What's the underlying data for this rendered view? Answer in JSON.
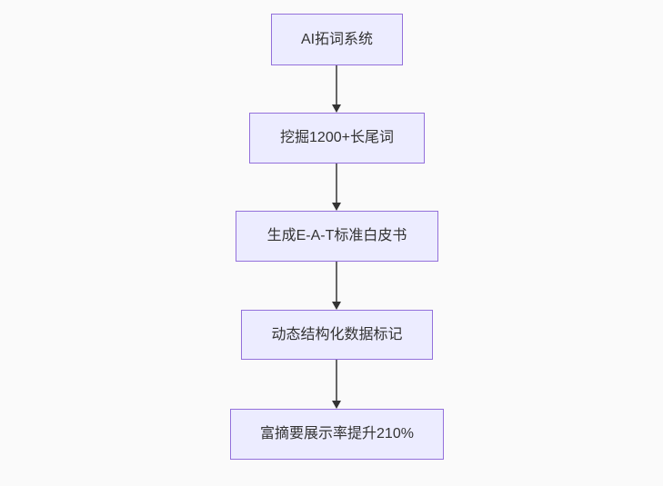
{
  "diagram": {
    "type": "flowchart",
    "direction": "top-down",
    "background_color": "#fafafa",
    "node_fill_color": "#ececff",
    "node_border_color": "#9370db",
    "text_color": "#333333",
    "arrow_line_color": "#666666",
    "arrow_head_color": "#333333",
    "nodes": [
      {
        "id": "A",
        "label": "AI拓词系统"
      },
      {
        "id": "B",
        "label": "挖掘1200+长尾词"
      },
      {
        "id": "C",
        "label": "生成E-A-T标准白皮书"
      },
      {
        "id": "D",
        "label": "动态结构化数据标记"
      },
      {
        "id": "E",
        "label": "富摘要展示率提升210%"
      }
    ],
    "edges": [
      {
        "from": "A",
        "to": "B"
      },
      {
        "from": "B",
        "to": "C"
      },
      {
        "from": "C",
        "to": "D"
      },
      {
        "from": "D",
        "to": "E"
      }
    ]
  }
}
